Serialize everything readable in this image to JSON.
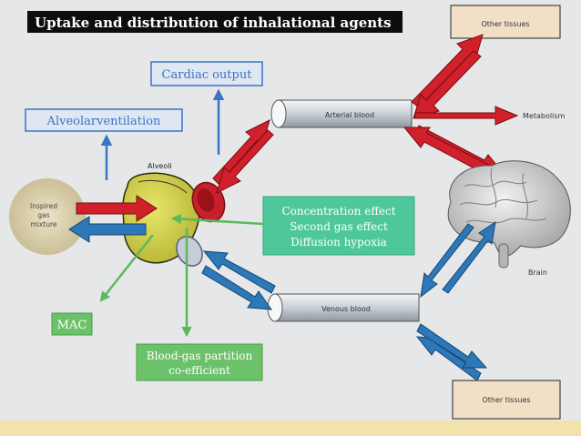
{
  "title": "Uptake and distribution of inhalational agents",
  "labels": {
    "cardiac_output": "Cardiac output",
    "alveolar_ventilation": "Alveolarventilation",
    "alveoli": "Alveoli",
    "inspired_line1": "Inspired",
    "inspired_line2": "gas",
    "inspired_line3": "mixture",
    "arterial_blood": "Arterial blood",
    "venous_blood": "Venous blood",
    "other_tissues_top": "Other tissues",
    "other_tissues_bottom": "Other tissues",
    "metabolism": "Metabolism",
    "brain": "Brain",
    "effects_line1": "Concentration effect",
    "effects_line2": "Second gas effect",
    "effects_line3": "Diffusion hypoxia",
    "mac": "MAC",
    "partition_line1": "Blood-gas partition",
    "partition_line2": "co-efficient"
  },
  "colors": {
    "red_arrow": "#d0202a",
    "blue_arrow": "#2c78b8",
    "green_box": "#4ec89a",
    "green_arrow": "#5cb85c",
    "label_blue": "#3b74c4",
    "alveoli_fill": "#d4d24a",
    "title_bg": "#0d0d0d",
    "tissue_box": "#f1dfc6"
  }
}
